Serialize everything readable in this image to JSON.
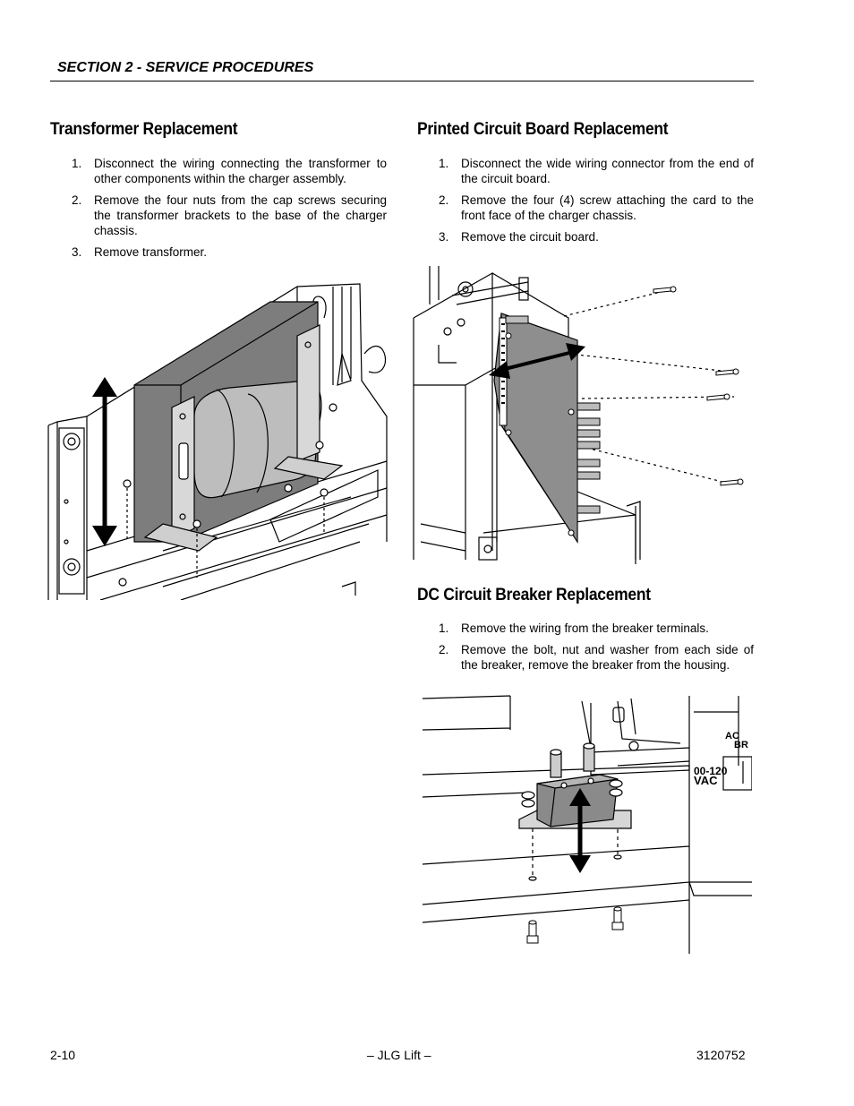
{
  "header": {
    "section_title": "SECTION 2 - SERVICE PROCEDURES"
  },
  "transformer": {
    "heading": "Transformer Replacement",
    "steps": [
      {
        "num": "1.",
        "text": "Disconnect the wiring connecting the transformer to other components within the charger assembly."
      },
      {
        "num": "2.",
        "text": "Remove the four nuts from the cap screws securing the transformer brackets to the base of the charger chassis."
      },
      {
        "num": "3.",
        "text": "Remove transformer."
      }
    ]
  },
  "pcb": {
    "heading": "Printed Circuit Board Replacement",
    "steps": [
      {
        "num": "1.",
        "text": "Disconnect the wide wiring connector from the end of the circuit board."
      },
      {
        "num": "2.",
        "text": "Remove the four (4) screw attaching the card to the front face of the charger chassis."
      },
      {
        "num": "3.",
        "text": "Remove the circuit board."
      }
    ]
  },
  "breaker": {
    "heading": "DC Circuit Breaker Replacement",
    "steps": [
      {
        "num": "1.",
        "text": "Remove the wiring from the breaker terminals."
      },
      {
        "num": "2.",
        "text": "Remove the bolt, nut and washer from each side of the breaker, remove the breaker from the housing."
      }
    ],
    "figure_labels": {
      "ac": "AC",
      "br": "BR",
      "vac_range": "00-120",
      "vac": "VAC"
    }
  },
  "footer": {
    "page_number": "2-10",
    "center": "– JLG Lift –",
    "doc_number": "3120752"
  }
}
